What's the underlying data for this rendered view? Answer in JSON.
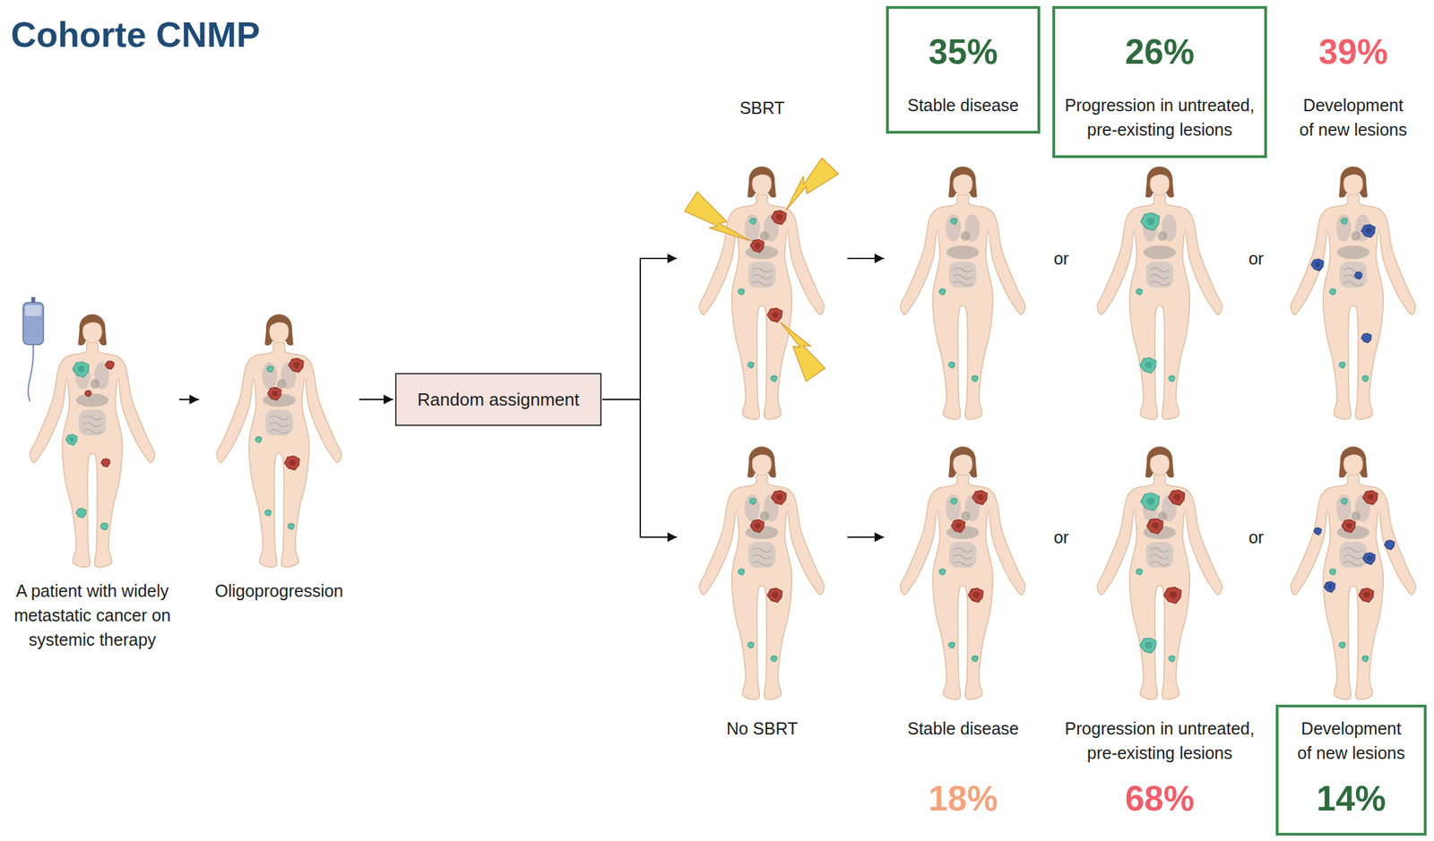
{
  "diagram": {
    "title": "Cohorte CNMP",
    "nodes": [
      {
        "text": [
          "A patient with widely metastatic cancer on systemic therapy"
        ]
      },
      {
        "text": [
          "Oligoprogression"
        ]
      },
      {
        "text": [
          "Random assignment"
        ]
      },
      {
        "text": [
          "SBRT"
        ]
      },
      {
        "text": [
          "35%",
          "Stable disease"
        ]
      },
      {
        "text": [
          "26%",
          "Progression in untreated, pre-existing lesions"
        ]
      },
      {
        "text": [
          "39%",
          "Development of new lesions"
        ]
      },
      {
        "text": [
          "No SBRT"
        ]
      },
      {
        "text": [
          "Stable disease",
          "18%"
        ]
      },
      {
        "text": [
          "Progression in untreated, pre-existing lesions",
          "68%"
        ]
      },
      {
        "text": [
          "Development of new lesions",
          "14%"
        ]
      }
    ],
    "edges": [
      {
        "from": 0,
        "to": 1,
        "arrow": "to"
      },
      {
        "from": 1,
        "to": 2,
        "arrow": "to"
      },
      {
        "from": 2,
        "to": 3,
        "arrow": "to"
      },
      {
        "from": 2,
        "to": 7,
        "arrow": "to"
      },
      {
        "from": 3,
        "to": 4,
        "arrow": "to"
      },
      {
        "from": 7,
        "to": 8,
        "arrow": "to"
      }
    ],
    "labels": [
      "or",
      "or",
      "or",
      "or"
    ]
  }
}
